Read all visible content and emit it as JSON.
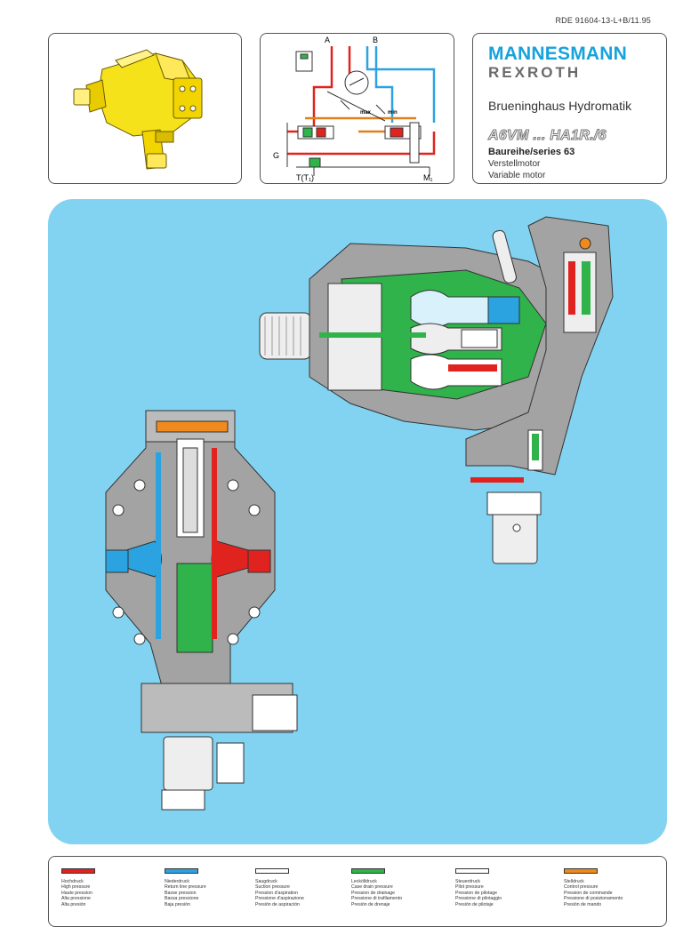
{
  "header": {
    "doc_ref": "RDE  91604-13-L+B/11.95"
  },
  "circuit": {
    "port_a": "A",
    "port_b": "B",
    "port_g": "G",
    "port_t": "T(T₁)",
    "port_m": "M₁",
    "label_max": "max",
    "label_min": "min"
  },
  "brand": {
    "name_line1": "MANNESMANN",
    "name_line2": "REXROTH",
    "company": "Brueninghaus Hydromatik",
    "model": "A6VM ... HA1R./6",
    "series": "Baureihe/series 63",
    "subtitle_de": "Verstellmotor",
    "subtitle_en": "Variable motor"
  },
  "colors": {
    "high_pressure": "#e1231f",
    "low_pressure": "#2aa3e0",
    "suction": "#ffffff",
    "case_drain": "#2fb34a",
    "pilot": "#ffffff",
    "control": "#f08a1d",
    "panel": "#82d3f2",
    "brand_blue": "#16a2dc",
    "motor_yellow": "#f6e21b"
  },
  "legend": [
    {
      "color": "#e1231f",
      "lines": [
        "Hochdruck",
        "High pressure",
        "Haute pression",
        "Alta pressione",
        "Alta presión"
      ]
    },
    {
      "color": "#2aa3e0",
      "lines": [
        "Niederdruck",
        "Return line pressure",
        "Basse pression",
        "Bassa pressione",
        "Baja presión"
      ]
    },
    {
      "color": "#ffffff",
      "lines": [
        "Saugdruck",
        "Suction pressure",
        "Pression d'aspiration",
        "Pressione d'aspirazione",
        "Presión de aspiración"
      ]
    },
    {
      "color": "#2fb34a",
      "lines": [
        "Leckölldruck",
        "Case drain pressure",
        "Pression de drainage",
        "Pressione di trafilamento",
        "Presión de drenaje"
      ]
    },
    {
      "color": "#ffffff",
      "lines": [
        "Steuerdruck",
        "Pilot pressure",
        "Pression de pilotage",
        "Pressione di pilotaggio",
        "Presión de pilotaje"
      ]
    },
    {
      "color": "#f08a1d",
      "lines": [
        "Stelldruck",
        "Control pressure",
        "Pression de commande",
        "Pressione di posizionamento",
        "Presión de mando"
      ]
    }
  ]
}
